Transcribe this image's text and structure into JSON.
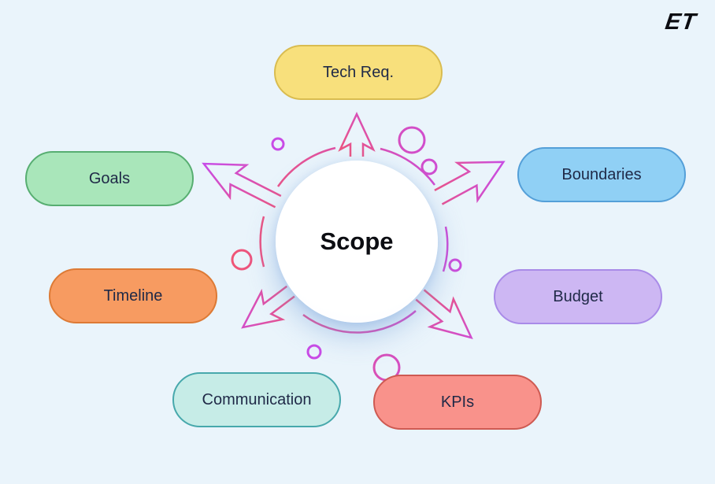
{
  "logo": {
    "text": "ET"
  },
  "center": {
    "label": "Scope"
  },
  "nodes": [
    {
      "id": "tech-req",
      "label": "Tech Req.",
      "fill": "#F8E07C",
      "border": "#D9BC50"
    },
    {
      "id": "goals",
      "label": "Goals",
      "fill": "#A9E6BA",
      "border": "#57AE71"
    },
    {
      "id": "boundaries",
      "label": "Boundaries",
      "fill": "#90D0F5",
      "border": "#549FD8"
    },
    {
      "id": "timeline",
      "label": "Timeline",
      "fill": "#F79B61",
      "border": "#DD7A35"
    },
    {
      "id": "budget",
      "label": "Budget",
      "fill": "#CDB7F3",
      "border": "#A98BE8"
    },
    {
      "id": "communication",
      "label": "Communication",
      "fill": "#C6ECE7",
      "border": "#47A8AC"
    },
    {
      "id": "kpis",
      "label": "KPIs",
      "fill": "#F9928B",
      "border": "#CE5A52"
    }
  ],
  "colors": {
    "background": "#EAF4FB",
    "node_text": "#1F2947",
    "center_text": "#0C0D12",
    "center_fill": "#FFFFFF",
    "accent_gradient_start": "#F4566A",
    "accent_gradient_end": "#C44BF0",
    "logo_color": "#0B0B10"
  }
}
